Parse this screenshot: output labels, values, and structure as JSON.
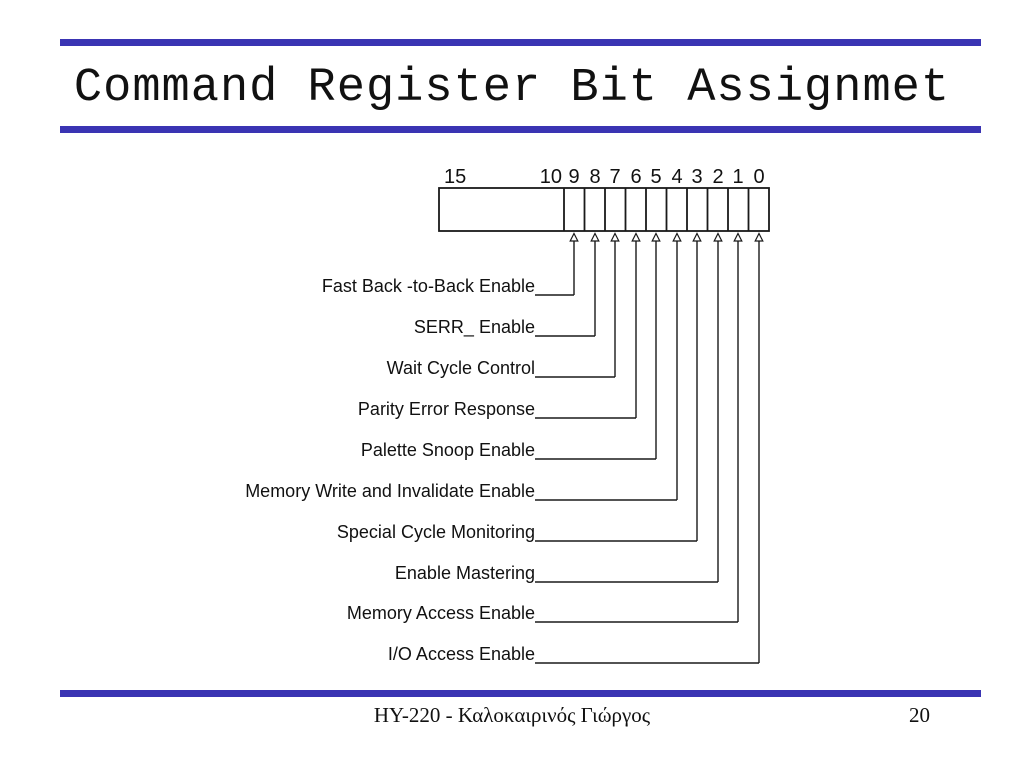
{
  "slide": {
    "title": "Command Register Bit Assignmet",
    "footer": {
      "course": "HY-220 - Καλοκαιρινός Γιώργος",
      "page": "20"
    }
  },
  "register": {
    "msb_label": "15",
    "wide_field_right_label": "10",
    "bits": [
      {
        "num": "9",
        "label": "Fast Back -to-Back Enable"
      },
      {
        "num": "8",
        "label": "SERR_ Enable"
      },
      {
        "num": "7",
        "label": "Wait Cycle Control"
      },
      {
        "num": "6",
        "label": "Parity Error Response"
      },
      {
        "num": "5",
        "label": "Palette Snoop Enable"
      },
      {
        "num": "4",
        "label": "Memory Write and Invalidate Enable"
      },
      {
        "num": "3",
        "label": "Special Cycle Monitoring"
      },
      {
        "num": "2",
        "label": "Enable Mastering"
      },
      {
        "num": "1",
        "label": "Memory Access Enable"
      },
      {
        "num": "0",
        "label": "I/O Access Enable"
      }
    ]
  },
  "colors": {
    "accent_blue": "#3a34b3",
    "line": "#1a1a1a"
  }
}
